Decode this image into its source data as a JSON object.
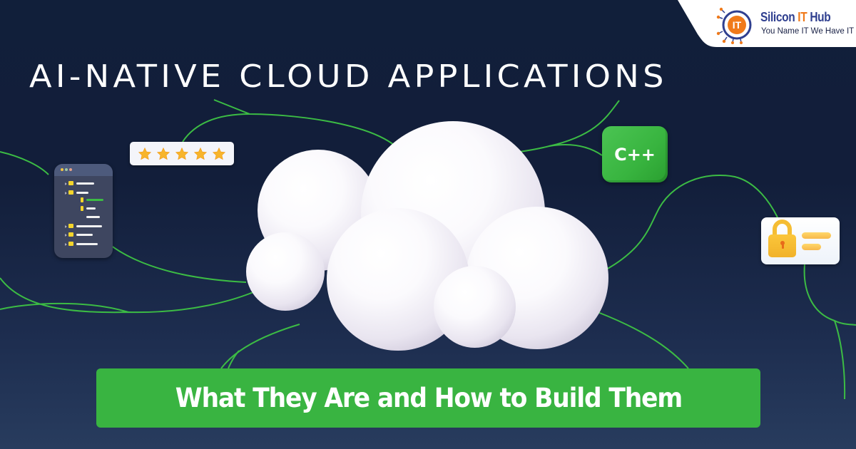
{
  "brand": {
    "name_primary": "Silicon ",
    "name_accent": "IT",
    "name_suffix": " Hub",
    "tagline": "You Name IT We Have IT",
    "logo_text": "IT",
    "colors": {
      "primary": "#2f3f8f",
      "accent": "#f07a1a"
    }
  },
  "title": "AI-NATIVE CLOUD APPLICATIONS",
  "subtitle": "What They Are and How to Build Them",
  "rating": {
    "stars": 5,
    "icon": "star-icon"
  },
  "code_badge": {
    "label": "C++"
  },
  "icons": {
    "file_tree": "file-tree-window-icon",
    "cloud": "cloud-icon",
    "lock_card": "padlock-card-icon"
  },
  "colors": {
    "background_top": "#111f3a",
    "background_bottom": "#283c5e",
    "accent_green": "#39b441",
    "star_gold": "#f7b52c",
    "lock_yellow": "#fbc63a"
  }
}
